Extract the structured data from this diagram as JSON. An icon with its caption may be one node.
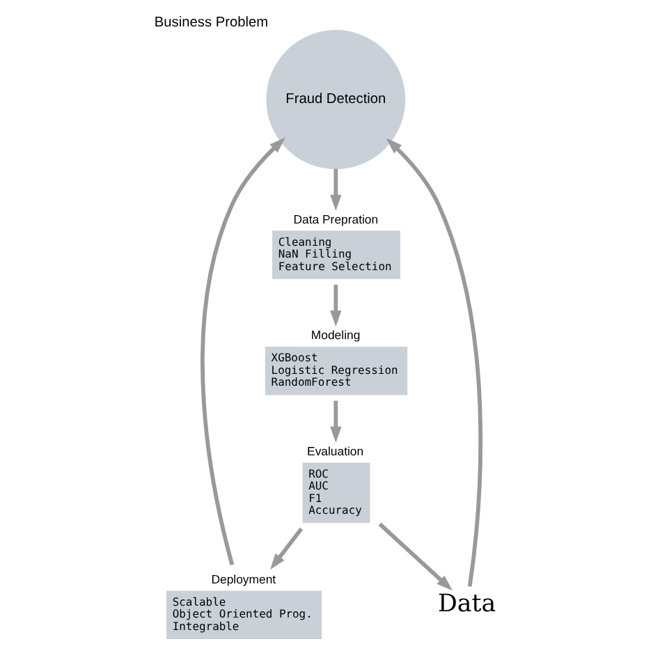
{
  "diagram": {
    "nodes": [
      {
        "text": [
          "Business Problem",
          "Fraud Detection"
        ]
      },
      {
        "text": [
          "Data Prepration",
          "Cleaning",
          "NaN Filling",
          "Feature Selection"
        ]
      },
      {
        "text": [
          "Modeling",
          "XGBoost",
          "Logistic Regression",
          "RandomForest"
        ]
      },
      {
        "text": [
          "Evaluation",
          "ROC",
          "AUC",
          "F1",
          "Accuracy"
        ]
      },
      {
        "text": [
          "Deployment",
          "Scalable",
          "Object Oriented Prog.",
          "Integrable"
        ]
      },
      {
        "text": [
          "Data"
        ]
      }
    ],
    "edges": [
      {
        "from": 0,
        "to": 1,
        "arrow": "to"
      },
      {
        "from": 1,
        "to": 2,
        "arrow": "to"
      },
      {
        "from": 2,
        "to": 3,
        "arrow": "to"
      },
      {
        "from": 3,
        "to": 4,
        "arrow": "to"
      },
      {
        "from": 4,
        "to": 0,
        "arrow": "to"
      },
      {
        "from": 3,
        "to": 5,
        "arrow": "to"
      },
      {
        "from": 5,
        "to": 0,
        "arrow": "to"
      }
    ]
  }
}
